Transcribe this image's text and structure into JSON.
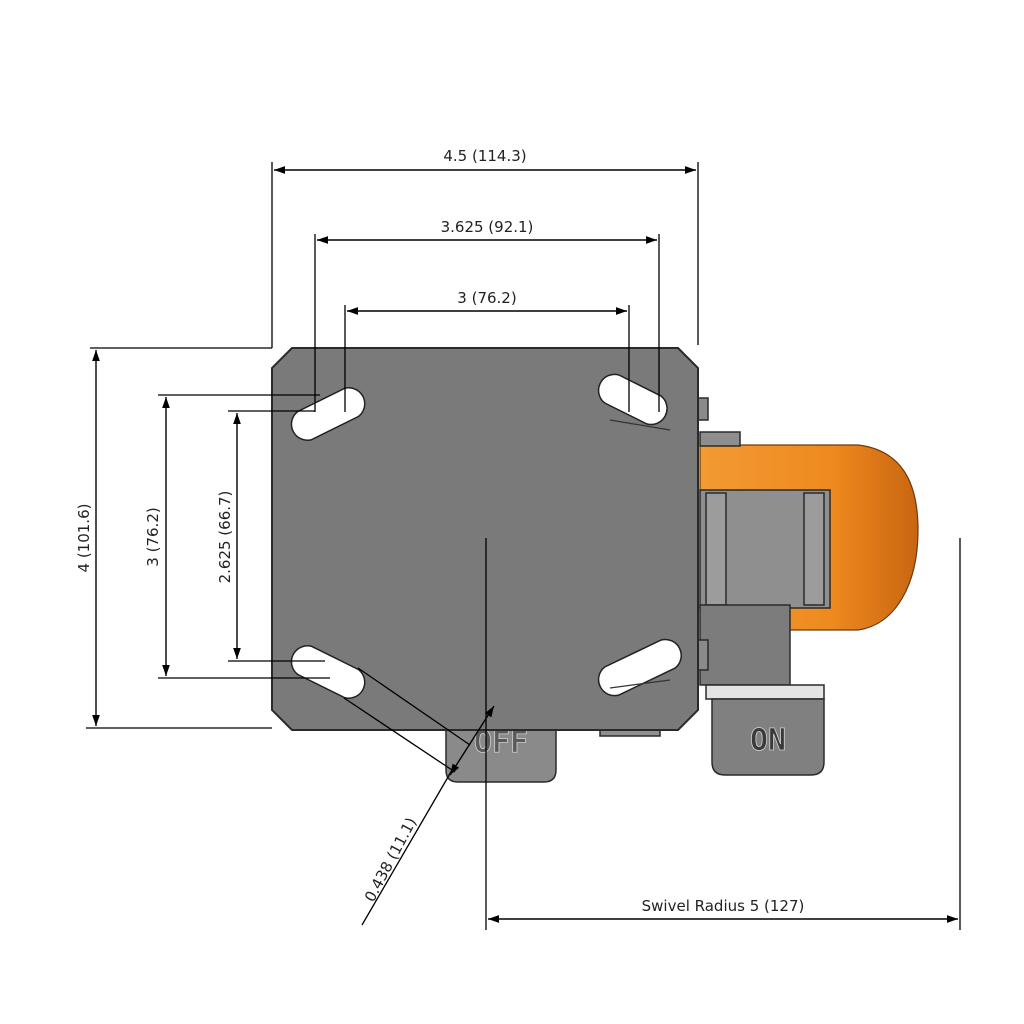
{
  "dimensions": {
    "overall_width": "4.5 (114.3)",
    "hole_outer_span": "3.625 (92.1)",
    "hole_inner_span": "3 (76.2)",
    "overall_length": "4 (101.6)",
    "bolt_spacing_outer": "3 (76.2)",
    "bolt_spacing_inner": "2.625 (66.7)",
    "slot_width": "0.438 (11.1)",
    "swivel_radius": "Swivel Radius 5 (127)"
  },
  "brake_labels": {
    "on": "ON",
    "off": "OFF"
  },
  "colors": {
    "plate": "#7a7a7a",
    "wheel": "#f08a1e",
    "line": "#000000",
    "background": "#ffffff"
  }
}
